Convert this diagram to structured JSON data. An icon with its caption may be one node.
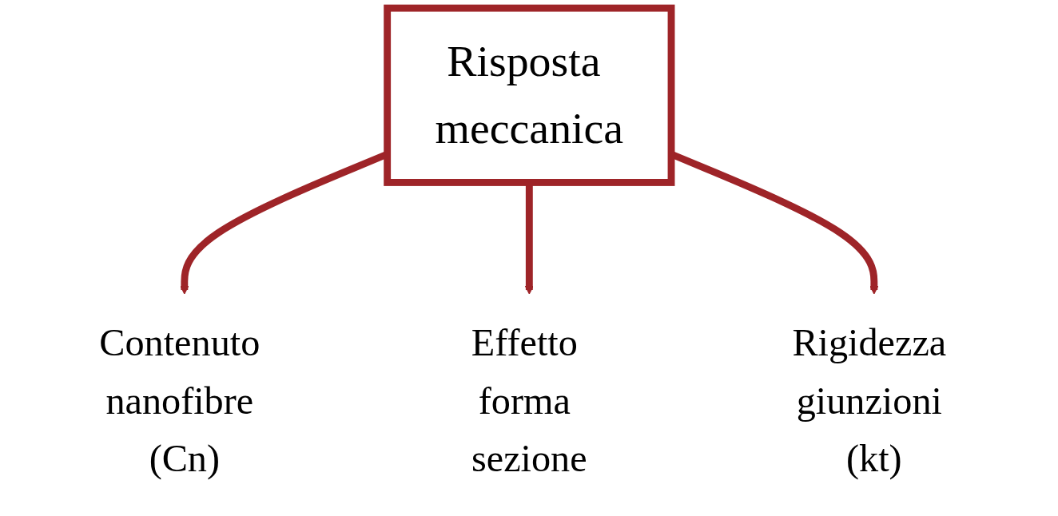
{
  "diagram": {
    "nodes": [
      {
        "text": [
          "Risposta meccanica"
        ]
      },
      {
        "text": [
          "Contenuto nanofibre (Cn)"
        ]
      },
      {
        "text": [
          "Rigidezza giunzioni (kt)"
        ]
      },
      {
        "text": [
          "Effetto forma sezione"
        ]
      }
    ],
    "edges": [
      {
        "from": 0,
        "to": 1,
        "arrow": "to"
      },
      {
        "from": 0,
        "to": 3,
        "arrow": "to"
      },
      {
        "from": 0,
        "to": 2,
        "arrow": "to"
      }
    ]
  }
}
